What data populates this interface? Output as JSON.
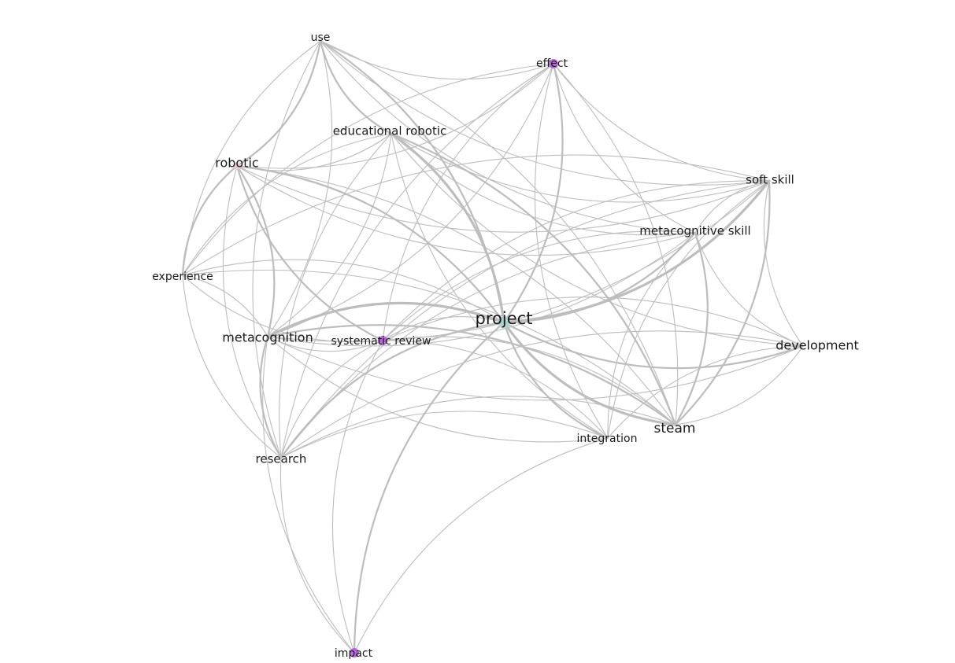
{
  "graph": {
    "colors": {
      "edge": "#bdbdbd",
      "purple_node": "#b25cd8",
      "teal_node": "#a8d8d4",
      "pink_node": "#e7c8d6",
      "background": "#ffffff"
    },
    "nodes": [
      {
        "id": "use",
        "label": "use",
        "color": "",
        "weight": 1
      },
      {
        "id": "effect",
        "label": "effect",
        "color": "purple_node",
        "weight": 1
      },
      {
        "id": "educational_robotic",
        "label": "educational robotic",
        "color": "",
        "weight": 2
      },
      {
        "id": "robotic",
        "label": "robotic",
        "color": "pink_node",
        "weight": 2
      },
      {
        "id": "soft_skill",
        "label": "soft skill",
        "color": "",
        "weight": 2
      },
      {
        "id": "metacognitive_skill",
        "label": "metacognitive skill",
        "color": "",
        "weight": 2
      },
      {
        "id": "experience",
        "label": "experience",
        "color": "",
        "weight": 1
      },
      {
        "id": "project",
        "label": "project",
        "color": "teal_node",
        "weight": 4
      },
      {
        "id": "metacognition",
        "label": "metacognition",
        "color": "",
        "weight": 3
      },
      {
        "id": "systematic_review",
        "label": "systematic review",
        "color": "purple_node",
        "weight": 2
      },
      {
        "id": "development",
        "label": "development",
        "color": "",
        "weight": 2
      },
      {
        "id": "steam",
        "label": "steam",
        "color": "",
        "weight": 3
      },
      {
        "id": "integration",
        "label": "integration",
        "color": "",
        "weight": 1
      },
      {
        "id": "research",
        "label": "research",
        "color": "",
        "weight": 2
      },
      {
        "id": "impact",
        "label": "impact",
        "color": "purple_node",
        "weight": 1
      }
    ],
    "edges": [
      [
        "project",
        "steam",
        3
      ],
      [
        "project",
        "metacognition",
        3
      ],
      [
        "project",
        "soft_skill",
        3
      ],
      [
        "project",
        "robotic",
        2
      ],
      [
        "project",
        "educational_robotic",
        3
      ],
      [
        "project",
        "use",
        2
      ],
      [
        "project",
        "effect",
        2
      ],
      [
        "project",
        "metacognitive_skill",
        2
      ],
      [
        "project",
        "systematic_review",
        1
      ],
      [
        "project",
        "development",
        2
      ],
      [
        "project",
        "integration",
        2
      ],
      [
        "project",
        "research",
        2
      ],
      [
        "project",
        "impact",
        2
      ],
      [
        "project",
        "experience",
        1
      ],
      [
        "steam",
        "soft_skill",
        2
      ],
      [
        "steam",
        "metacognitive_skill",
        2
      ],
      [
        "steam",
        "metacognition",
        2
      ],
      [
        "steam",
        "robotic",
        1
      ],
      [
        "steam",
        "effect",
        1
      ],
      [
        "steam",
        "educational_robotic",
        2
      ],
      [
        "steam",
        "development",
        1
      ],
      [
        "steam",
        "research",
        1
      ],
      [
        "steam",
        "systematic_review",
        1
      ],
      [
        "steam",
        "use",
        1
      ],
      [
        "steam",
        "experience",
        1
      ],
      [
        "metacognition",
        "robotic",
        2
      ],
      [
        "metacognition",
        "educational_robotic",
        1
      ],
      [
        "metacognition",
        "experience",
        1
      ],
      [
        "metacognition",
        "research",
        2
      ],
      [
        "metacognition",
        "systematic_review",
        1
      ],
      [
        "metacognition",
        "use",
        1
      ],
      [
        "metacognition",
        "soft_skill",
        1
      ],
      [
        "metacognition",
        "metacognitive_skill",
        1
      ],
      [
        "metacognition",
        "impact",
        1
      ],
      [
        "metacognition",
        "integration",
        1
      ],
      [
        "metacognition",
        "development",
        1
      ],
      [
        "metacognition",
        "effect",
        1
      ],
      [
        "robotic",
        "use",
        2
      ],
      [
        "robotic",
        "experience",
        2
      ],
      [
        "robotic",
        "research",
        1
      ],
      [
        "robotic",
        "systematic_review",
        2
      ],
      [
        "robotic",
        "educational_robotic",
        1
      ],
      [
        "robotic",
        "soft_skill",
        1
      ],
      [
        "robotic",
        "metacognitive_skill",
        1
      ],
      [
        "robotic",
        "effect",
        1
      ],
      [
        "use",
        "effect",
        1
      ],
      [
        "use",
        "educational_robotic",
        2
      ],
      [
        "use",
        "experience",
        1
      ],
      [
        "use",
        "soft_skill",
        1
      ],
      [
        "use",
        "research",
        1
      ],
      [
        "use",
        "metacognitive_skill",
        1
      ],
      [
        "educational_robotic",
        "soft_skill",
        1
      ],
      [
        "educational_robotic",
        "integration",
        1
      ],
      [
        "educational_robotic",
        "metacognitive_skill",
        1
      ],
      [
        "educational_robotic",
        "experience",
        1
      ],
      [
        "educational_robotic",
        "research",
        1
      ],
      [
        "educational_robotic",
        "development",
        1
      ],
      [
        "effect",
        "soft_skill",
        1
      ],
      [
        "effect",
        "metacognitive_skill",
        1
      ],
      [
        "effect",
        "integration",
        1
      ],
      [
        "effect",
        "research",
        1
      ],
      [
        "effect",
        "systematic_review",
        1
      ],
      [
        "effect",
        "experience",
        1
      ],
      [
        "soft_skill",
        "development",
        1
      ],
      [
        "soft_skill",
        "integration",
        1
      ],
      [
        "soft_skill",
        "metacognitive_skill",
        1
      ],
      [
        "soft_skill",
        "research",
        1
      ],
      [
        "soft_skill",
        "systematic_review",
        1
      ],
      [
        "soft_skill",
        "experience",
        1
      ],
      [
        "metacognitive_skill",
        "development",
        1
      ],
      [
        "metacognitive_skill",
        "integration",
        1
      ],
      [
        "metacognitive_skill",
        "research",
        1
      ],
      [
        "metacognitive_skill",
        "systematic_review",
        1
      ],
      [
        "development",
        "integration",
        1
      ],
      [
        "development",
        "systematic_review",
        1
      ],
      [
        "development",
        "research",
        1
      ],
      [
        "integration",
        "research",
        1
      ],
      [
        "integration",
        "impact",
        1
      ],
      [
        "integration",
        "systematic_review",
        1
      ],
      [
        "systematic_review",
        "impact",
        1
      ],
      [
        "systematic_review",
        "research",
        1
      ],
      [
        "research",
        "impact",
        1
      ],
      [
        "experience",
        "research",
        1
      ],
      [
        "experience",
        "systematic_review",
        1
      ]
    ]
  }
}
